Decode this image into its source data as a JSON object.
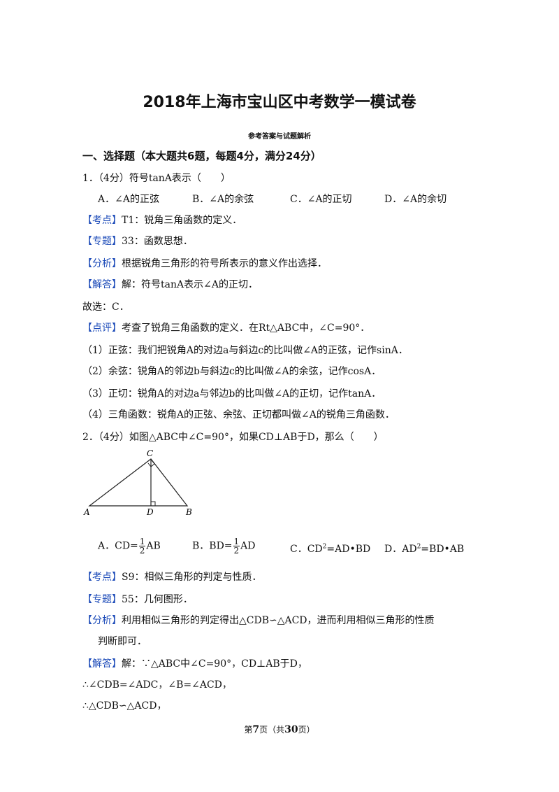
{
  "title": "2018年上海市宝山区中考数学一模试卷",
  "subtitle": "参考答案与试题解析",
  "section": "一、选择题（本大题共6题，每题4分，满分24分）",
  "q1": {
    "stem": "1．（4分）符号tanA表示（　　）",
    "options": [
      "A．∠A的正弦",
      "B．∠A的余弦",
      "C．∠A的正切",
      "D．∠A的余切"
    ],
    "kaodian_tag": "【考点】",
    "kaodian": "T1：锐角三角函数的定义．",
    "zhuanti_tag": "【专题】",
    "zhuanti": "33：函数思想．",
    "fenxi_tag": "【分析】",
    "fenxi": "根据锐角三角形的符号所表示的意义作出选择．",
    "jieda_tag": "【解答】",
    "jieda": "解：符号tanA表示∠A的正切．",
    "guxuan": "故选：C．",
    "dianping_tag": "【点评】",
    "dianping": "考查了锐角三角函数的定义．在Rt△ABC中，∠C=90°．",
    "notes": [
      "（1）正弦：我们把锐角A的对边a与斜边c的比叫做∠A的正弦，记作sinA．",
      "（2）余弦：锐角A的邻边b与斜边c的比叫做∠A的余弦，记作cosA．",
      "（3）正切：锐角A的对边a与邻边b的比叫做∠A的正切，记作tanA．",
      "（4）三角函数：锐角A的正弦、余弦、正切都叫做∠A的锐角三角函数．"
    ]
  },
  "q2": {
    "stem": "2．（4分）如图△ABC中∠C=90°，如果CD⊥AB于D，那么（　　）",
    "figure_labels": {
      "A": "A",
      "B": "B",
      "C": "C",
      "D": "D"
    },
    "optA_pre": "A．CD=",
    "optA_num": "1",
    "optA_den": "2",
    "optA_post": "AB",
    "optB_pre": "B．BD=",
    "optB_num": "1",
    "optB_den": "2",
    "optB_post": "AD",
    "optC_pre": "C．CD",
    "optC_sup": "2",
    "optC_post": "=AD•BD",
    "optD_pre": "D．AD",
    "optD_sup": "2",
    "optD_post": "=BD•AB",
    "kaodian_tag": "【考点】",
    "kaodian": "S9：相似三角形的判定与性质．",
    "zhuanti_tag": "【专题】",
    "zhuanti": "55：几何图形．",
    "fenxi_tag": "【分析】",
    "fenxi": "利用相似三角形的判定得出△CDB∽△ACD，进而利用相似三角形的性质",
    "fenxi_cont": "判断即可．",
    "jieda_tag": "【解答】",
    "jieda": "解：∵△ABC中∠C=90°，CD⊥AB于D，",
    "step1": "∴∠CDB=∠ADC，∠B=∠ACD，",
    "step2": "∴△CDB∽△ACD，"
  },
  "footer": {
    "pre": "第",
    "page": "7",
    "mid": "页（共",
    "total": "30",
    "post": "页）"
  }
}
